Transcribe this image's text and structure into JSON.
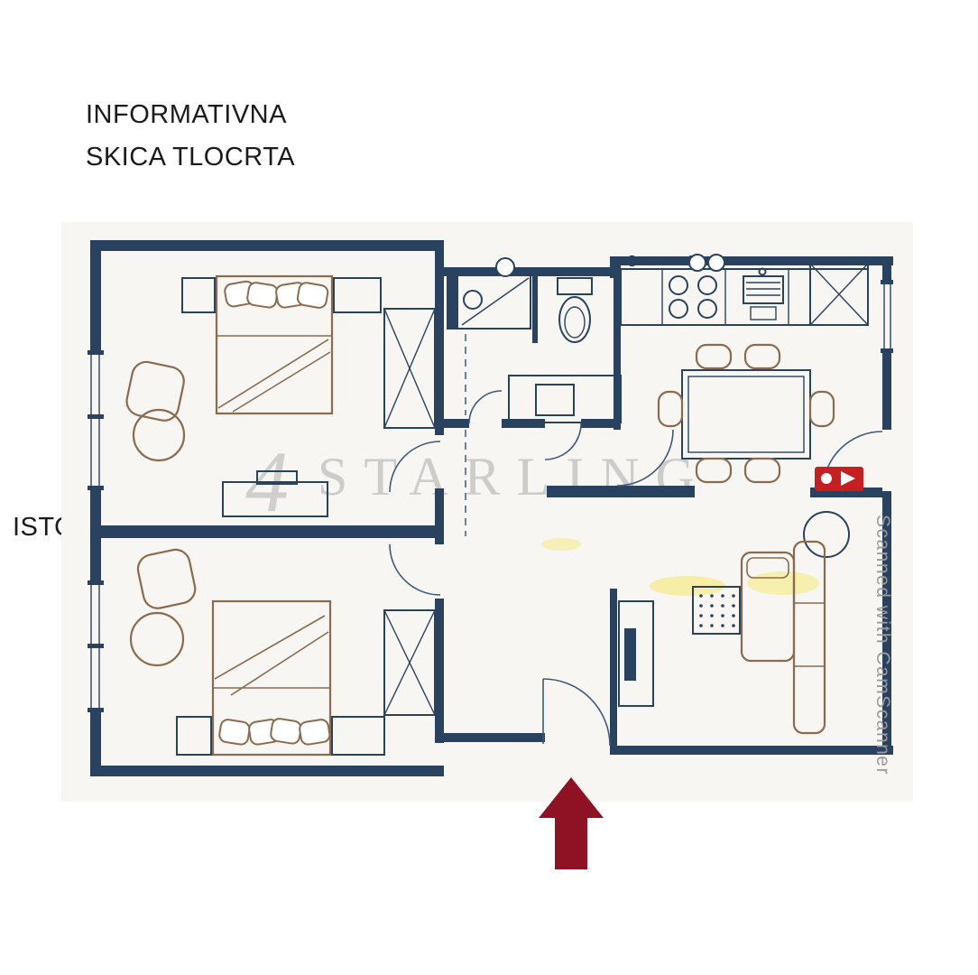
{
  "page": {
    "title_line1": "INFORMATIVNA",
    "title_line2": "SKICA TLOCRTA",
    "compass_label": "ISTOK"
  },
  "watermarks": {
    "brand_logo_glyph": "4",
    "brand": "STARLING",
    "scanner": "Scanned with CamScanner"
  },
  "floorplan": {
    "kind": "apartment floor plan sketch",
    "entrance_marker": "red-arrow-up",
    "rooms": [
      "bedroom-1",
      "bedroom-2",
      "bathroom",
      "wc",
      "hallway",
      "kitchen-dining",
      "living-room"
    ]
  },
  "colors": {
    "walls": "#29425f",
    "furniture": "#8b6a4e",
    "arrow": "#8e1224",
    "red_marker": "#c51f1f",
    "watermark": "#c2c2c2",
    "scanner_text": "#9b9b9b",
    "scan_background": "#f7f6f3",
    "highlight": "#f5e65a"
  }
}
